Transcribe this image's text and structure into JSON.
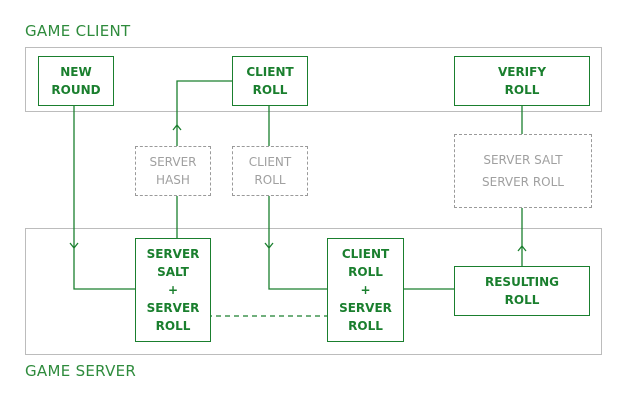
{
  "regions": {
    "client": "GAME CLIENT",
    "server": "GAME SERVER"
  },
  "boxes": {
    "new_round": [
      "NEW",
      "ROUND"
    ],
    "client_roll": [
      "CLIENT",
      "ROLL"
    ],
    "verify_roll": [
      "VERIFY",
      "ROLL"
    ],
    "server_hash": [
      "SERVER",
      "HASH"
    ],
    "client_roll_sent": [
      "CLIENT",
      "ROLL"
    ],
    "server_salt_roll_reveal": [
      "SERVER SALT",
      "SERVER ROLL"
    ],
    "server_salt_roll": [
      "SERVER",
      "SALT",
      "+",
      "SERVER",
      "ROLL"
    ],
    "client_roll_server_roll": [
      "CLIENT",
      "ROLL",
      "+",
      "SERVER",
      "ROLL"
    ],
    "resulting_roll": [
      "RESULTING",
      "ROLL"
    ]
  },
  "colors": {
    "accent": "#1a7f2e",
    "region_border": "#bcbcbc",
    "dashed_text": "#a0a0a0"
  }
}
